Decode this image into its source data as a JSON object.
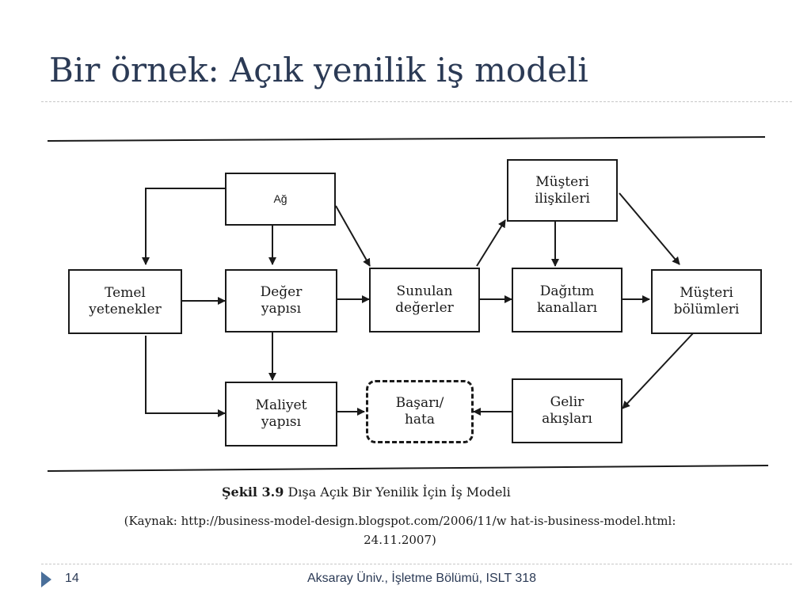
{
  "slide": {
    "title": "Bir örnek: Açık yenilik iş modeli",
    "page_number": "14",
    "footer": "Aksaray Üniv., İşletme Bölümü, ISLT 318"
  },
  "diagram": {
    "nodes": {
      "network": "Ağ",
      "core_competencies": "Temel\nyetenekler",
      "value_structure": "Değer\nyapısı",
      "offered_values": "Sunulan\ndeğerler",
      "customer_relations": "Müşteri\nilişkileri",
      "distribution_channels": "Dağıtım\nkanalları",
      "customer_segments": "Müşteri\nbölümleri",
      "cost_structure": "Maliyet\nyapısı",
      "success_failure": "Başarı/\nhata",
      "revenue_streams": "Gelir\nakışları"
    },
    "edges": [
      [
        "network",
        "core_competencies"
      ],
      [
        "network",
        "value_structure"
      ],
      [
        "network",
        "offered_values"
      ],
      [
        "core_competencies",
        "value_structure"
      ],
      [
        "value_structure",
        "offered_values"
      ],
      [
        "offered_values",
        "distribution_channels"
      ],
      [
        "offered_values",
        "customer_relations"
      ],
      [
        "customer_relations",
        "distribution_channels"
      ],
      [
        "customer_relations",
        "customer_segments"
      ],
      [
        "distribution_channels",
        "customer_segments"
      ],
      [
        "value_structure",
        "cost_structure"
      ],
      [
        "core_competencies",
        "cost_structure"
      ],
      [
        "cost_structure",
        "success_failure"
      ],
      [
        "revenue_streams",
        "success_failure"
      ],
      [
        "customer_segments",
        "revenue_streams"
      ]
    ],
    "caption_label": "Şekil 3.9",
    "caption_text": "Dışa Açık Bir Yenilik İçin İş Modeli",
    "source_line1": "(Kaynak: http://business-model-design.blogspot.com/2006/11/w hat-is-business-model.html:",
    "source_line2": "24.11.2007)"
  }
}
